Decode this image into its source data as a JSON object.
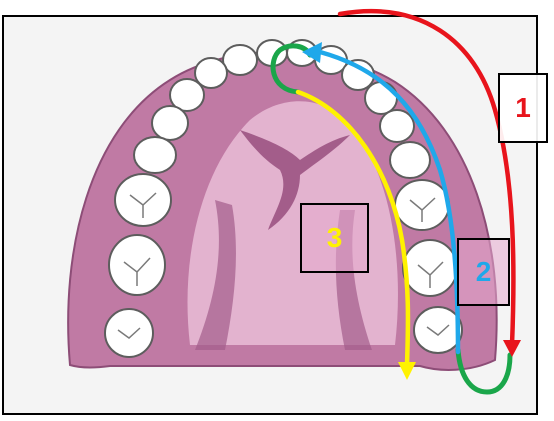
{
  "figure": {
    "border_color": "#000000",
    "background": "#f4f4f4"
  },
  "labels": {
    "one": {
      "text": "1",
      "color": "#e8141c"
    },
    "two": {
      "text": "2",
      "color": "#1fa8ea"
    },
    "three": {
      "text": "3",
      "color": "#fff200"
    }
  },
  "colors": {
    "palate": "#c07aa4",
    "palate_light": "#e3b3cf",
    "palate_dark": "#a35d8a",
    "gum": "#b76a9b",
    "tooth": "#ffffff",
    "tooth_outline": "#5d5d5d",
    "arrow_red": "#e8141c",
    "arrow_blue": "#1fa8ea",
    "arrow_yellow": "#fff200",
    "arrow_green": "#1aa64a"
  }
}
